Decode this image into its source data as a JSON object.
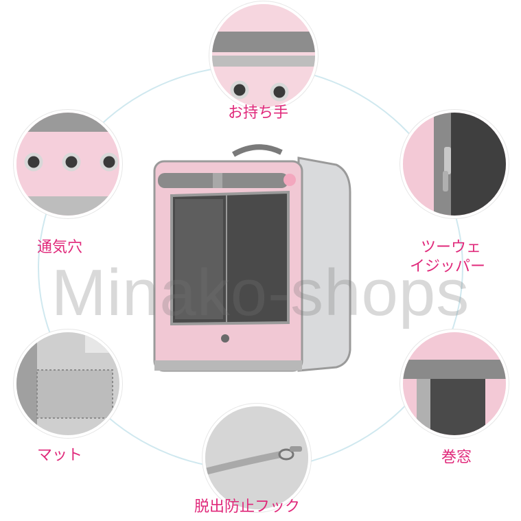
{
  "labels": {
    "handle": "お持ち手",
    "vent": "通気穴",
    "zipper_line1": "ツーウェ",
    "zipper_line2": "イジッパー",
    "mat": "マット",
    "rollup_window": "巻窓",
    "hook": "脱出防止フック"
  },
  "watermark": "Minako-shops",
  "colors": {
    "label": "#e0287a",
    "ring": "#cfe8ef",
    "bag_pink": "#f1c8d4",
    "bag_gray": "#8a8a8a",
    "mesh": "#4a4a4a"
  }
}
